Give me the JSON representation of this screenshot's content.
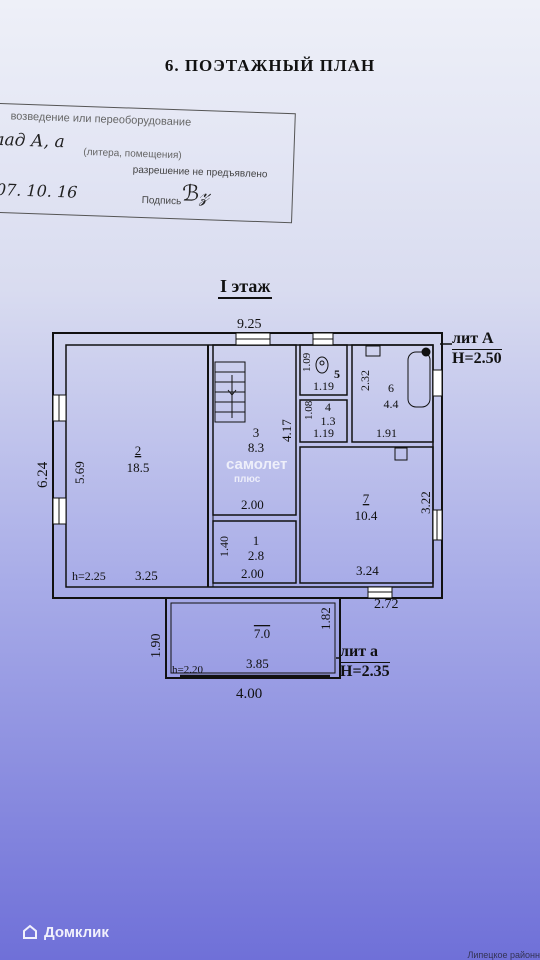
{
  "document": {
    "title": "6. ПОЭТАЖНЫЙ ПЛАН",
    "floor_label": "I этаж"
  },
  "stamp": {
    "line1": "возведение или переоборудование",
    "handwritten_name": "лад А, а",
    "line2": "(литера, помещения)",
    "line3": "разрешение не предъявлено",
    "handwritten_date": "07. 10. 16",
    "line4": "Подпись"
  },
  "labels": {
    "lit_A": "лит А",
    "height_A": "Н=2.50",
    "lit_a": "лит а",
    "height_a": "Н=2.35"
  },
  "rooms": [
    {
      "num": "2",
      "area": "18.5"
    },
    {
      "num": "3",
      "area": "8.3"
    },
    {
      "num": "1",
      "area": "2.8"
    },
    {
      "num": "5",
      "area": ""
    },
    {
      "num": "4",
      "area": "1.3"
    },
    {
      "num": "6",
      "area": "4.4"
    },
    {
      "num": "7",
      "area": "10.4"
    },
    {
      "num": "",
      "area": "7.0"
    }
  ],
  "dimensions": {
    "top_width": "9.25",
    "left_height": "6.24",
    "r2_height": "5.69",
    "r2_ceiling": "h=2.25",
    "r2_width": "3.25",
    "r3_height": "4.17",
    "r3_width": "2.00",
    "r1_height": "1.40",
    "r1_width": "2.00",
    "r5_height": "1.09",
    "r5_width": "1.19",
    "r4_height": "1.08",
    "r4_width": "1.19",
    "r6_height": "2.32",
    "r6_width": "1.91",
    "r7_height": "3.22",
    "r7_width": "3.24",
    "right_bottom": "2.72",
    "ext_height_left": "1.90",
    "ext_height_right": "1.82",
    "ext_ceiling": "h=2.20",
    "ext_inner_width": "3.85",
    "ext_outer_width": "4.00"
  },
  "watermark": {
    "main": "самолет",
    "sub": "плюс"
  },
  "footer": {
    "brand": "Домклик",
    "corner_text": "Липецкое районн"
  }
}
